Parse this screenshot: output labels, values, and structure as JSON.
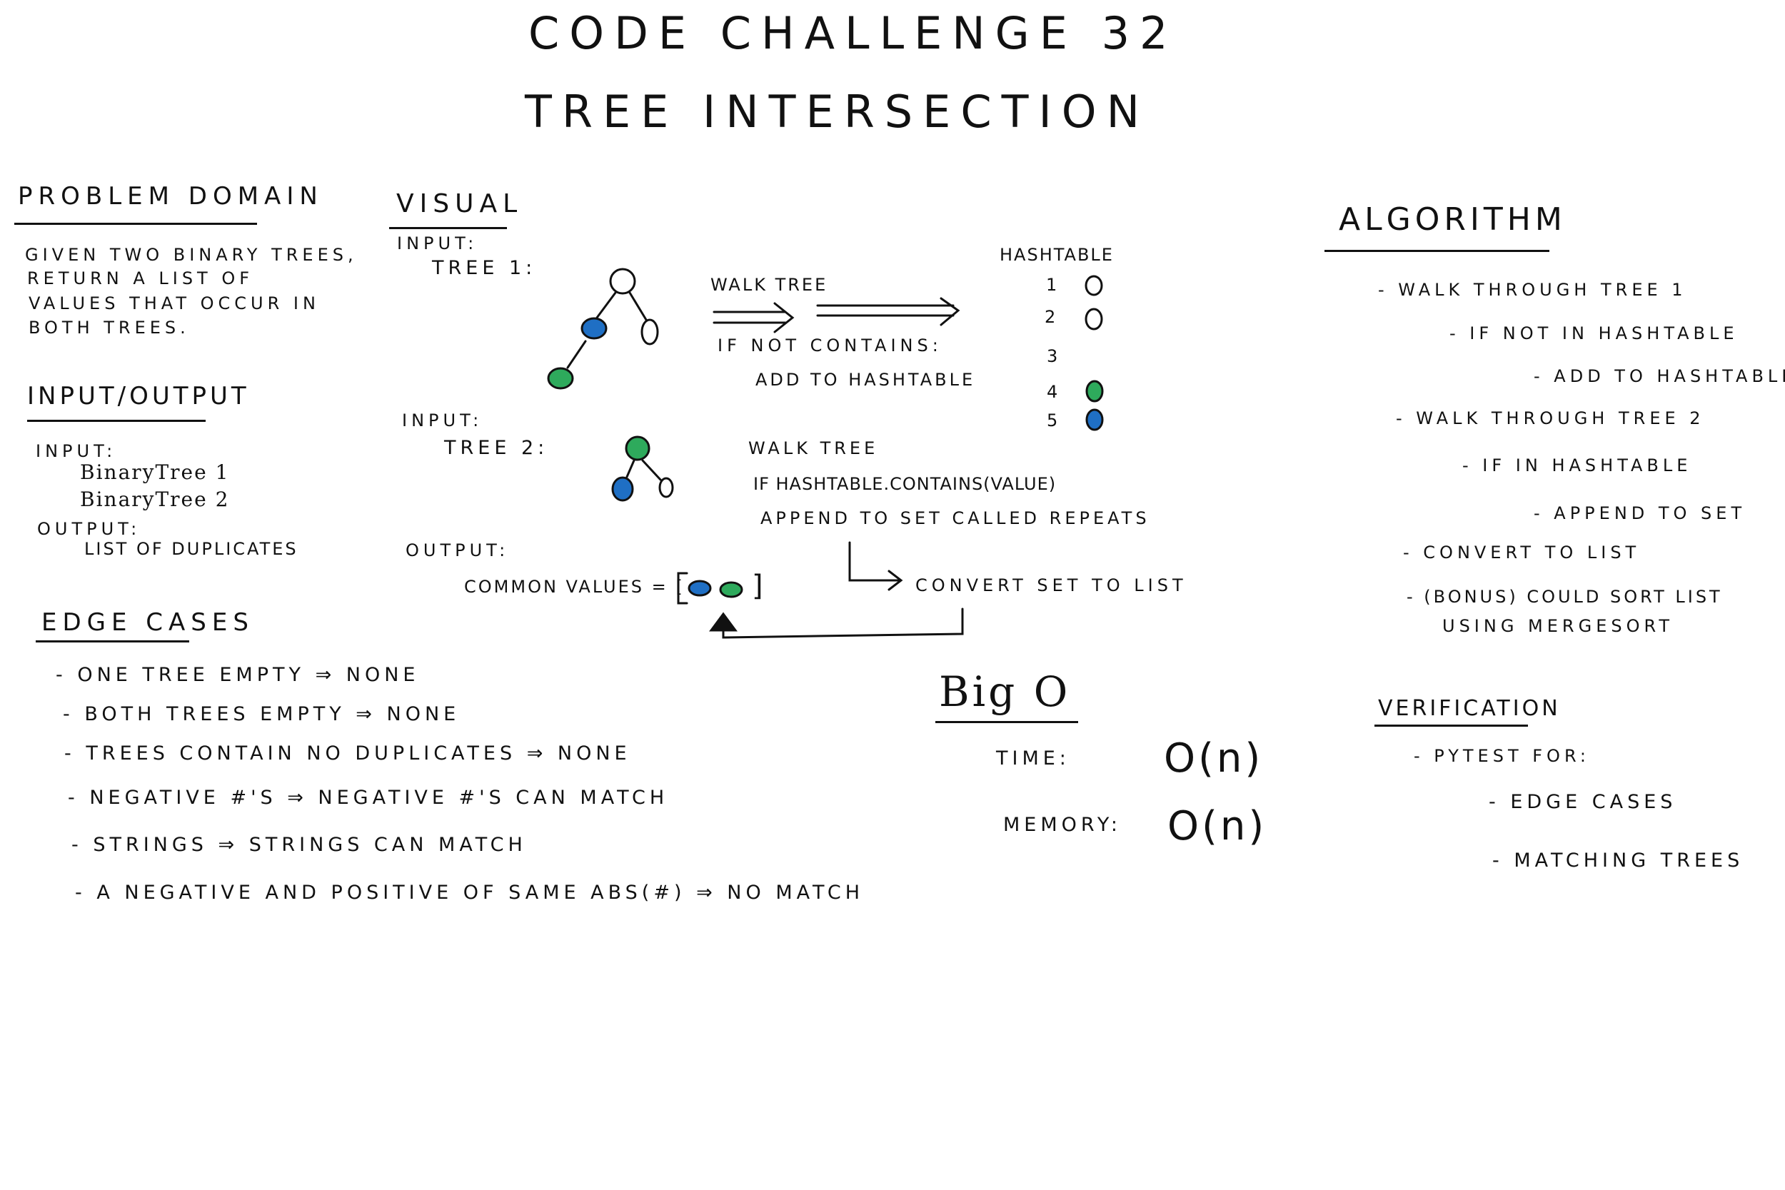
{
  "title": {
    "line1": "CODE CHALLENGE 32",
    "line2": "TREE INTERSECTION"
  },
  "problem_domain": {
    "heading": "PROBLEM DOMAIN",
    "lines": [
      "GIVEN TWO BINARY TREES,",
      "RETURN A LIST OF",
      "VALUES THAT OCCUR IN",
      "BOTH TREES."
    ]
  },
  "input_output": {
    "heading": "INPUT/OUTPUT",
    "input_label": "INPUT:",
    "inputs": [
      "BinaryTree 1",
      "BinaryTree 2"
    ],
    "output_label": "OUTPUT:",
    "output": "LIST OF DUPLICATES"
  },
  "edge_cases": {
    "heading": "EDGE CASES",
    "items": [
      "- ONE TREE EMPTY ⇒ NONE",
      "- BOTH TREES EMPTY ⇒ NONE",
      "- TREES CONTAIN NO DUPLICATES ⇒ NONE",
      "- NEGATIVE #'S ⇒ NEGATIVE #'S CAN MATCH",
      "- STRINGS ⇒ STRINGS CAN MATCH",
      "- A NEGATIVE AND POSITIVE OF SAME ABS(#) ⇒ NO MATCH"
    ]
  },
  "visual": {
    "heading": "VISUAL",
    "input1_label": "INPUT:",
    "tree1_label": "TREE 1:",
    "walk_tree_1": "WALK TREE",
    "if_not_contains": "IF NOT CONTAINS:",
    "add_to_hashtable": "ADD TO HASHTABLE",
    "hashtable_label": "HASHTABLE",
    "hashtable_rows": [
      "1",
      "2",
      "3",
      "4",
      "5"
    ],
    "input2_label": "INPUT:",
    "tree2_label": "TREE 2:",
    "walk_tree_2": "WALK TREE",
    "if_hashtable_contains": "IF HASHTABLE.CONTAINS(VALUE)",
    "append_to_set": "APPEND TO SET CALLED REPEATS",
    "convert_set": "CONVERT SET TO LIST",
    "output_label": "OUTPUT:",
    "common_values": "COMMON VALUES = [",
    "bracket_close": "]"
  },
  "big_o": {
    "heading": "Big O",
    "time_label": "TIME:",
    "time_value": "O(n)",
    "memory_label": "MEMORY:",
    "memory_value": "O(n)"
  },
  "algorithm": {
    "heading": "ALGORITHM",
    "steps": [
      "- WALK THROUGH TREE 1",
      "- IF NOT IN HASHTABLE",
      "- ADD TO HASHTABLE",
      "- WALK THROUGH TREE 2",
      "- IF IN HASHTABLE",
      "- APPEND TO SET",
      "- CONVERT TO LIST",
      "- (BONUS) COULD SORT LIST",
      "USING MERGESORT"
    ]
  },
  "verification": {
    "heading": "VERIFICATION",
    "items": [
      "- PYTEST FOR:",
      "- EDGE CASES",
      "- MATCHING TREES"
    ]
  },
  "colors": {
    "ink": "#111111",
    "blue_node": "#1f6fc4",
    "green_node": "#2eaa5c"
  }
}
